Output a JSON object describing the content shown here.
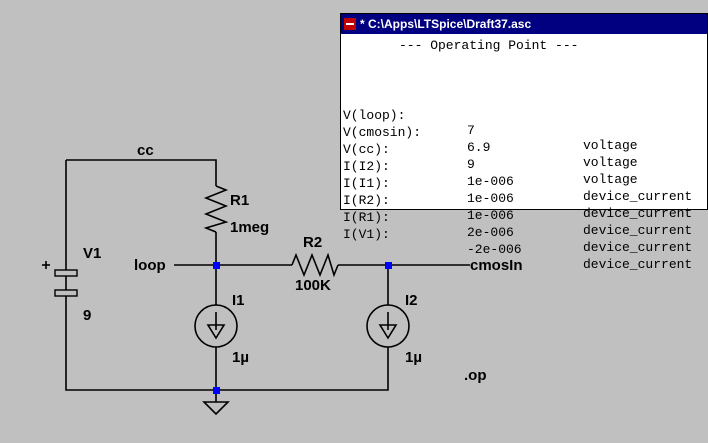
{
  "window": {
    "title": "* C:\\Apps\\LTSpice\\Draft37.asc"
  },
  "operating_point": {
    "header": "--- Operating Point ---",
    "rows": [
      {
        "name": "V(loop):",
        "value": "7",
        "type": "voltage"
      },
      {
        "name": "V(cmosin):",
        "value": "6.9",
        "type": "voltage"
      },
      {
        "name": "V(cc):",
        "value": "9",
        "type": "voltage"
      },
      {
        "name": "I(I2):",
        "value": "1e-006",
        "type": "device_current"
      },
      {
        "name": "I(I1):",
        "value": "1e-006",
        "type": "device_current"
      },
      {
        "name": "I(R2):",
        "value": "1e-006",
        "type": "device_current"
      },
      {
        "name": "I(R1):",
        "value": "2e-006",
        "type": "device_current"
      },
      {
        "name": "I(V1):",
        "value": "-2e-006",
        "type": "device_current"
      }
    ]
  },
  "schematic": {
    "net_cc": "cc",
    "net_loop": "loop",
    "net_cmosin": "cmosIn",
    "v1_name": "V1",
    "v1_value": "9",
    "r1_name": "R1",
    "r1_value": "1meg",
    "r2_name": "R2",
    "r2_value": "100K",
    "i1_name": "I1",
    "i1_value": "1µ",
    "i2_name": "I2",
    "i2_value": "1µ",
    "directive": ".op"
  },
  "colors": {
    "background": "#c0c0c0",
    "wire": "#000000",
    "junction": "#0000ff",
    "titlebar": "#000080"
  }
}
